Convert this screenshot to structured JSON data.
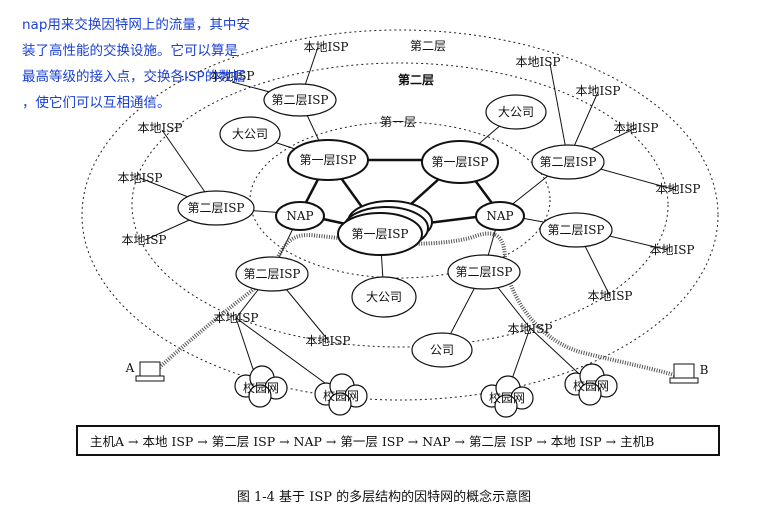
{
  "note": {
    "lines": [
      "nap用来交换因特网上的流量，其中安",
      "装了高性能的交换设施。它可以算是",
      "最高等级的接入点，交换各ISP的数据",
      "，使它们可以互相通信。"
    ]
  },
  "diagram": {
    "rings": [
      {
        "id": "tier2-outer",
        "label": "第二层"
      },
      {
        "id": "tier2",
        "label": "第二层"
      },
      {
        "id": "tier1",
        "label": "第一层"
      }
    ],
    "nodes": {
      "tier1_left": "第一层ISP",
      "tier1_right": "第一层ISP",
      "tier1_center": "第一层ISP",
      "nap_left": "NAP",
      "nap_right": "NAP",
      "tier2_topleft": "第二层ISP",
      "tier2_left": "第二层ISP",
      "tier2_bottomleft": "第二层ISP",
      "tier2_topright": "第二层ISP",
      "tier2_right": "第二层ISP",
      "tier2_bottomright": "第二层ISP",
      "bigco_left": "大公司",
      "bigco_right": "大公司",
      "bigco_bottom": "大公司",
      "company": "公司",
      "local_isp": "本地ISP",
      "campus": "校园网",
      "host_a": "A",
      "host_b": "B"
    }
  },
  "path_text": "主机A → 本地 ISP → 第二层 ISP → NAP → 第一层 ISP → NAP → 第二层 ISP → 本地 ISP → 主机B",
  "caption": "图 1-4   基于 ISP 的多层结构的因特网的概念示意图"
}
